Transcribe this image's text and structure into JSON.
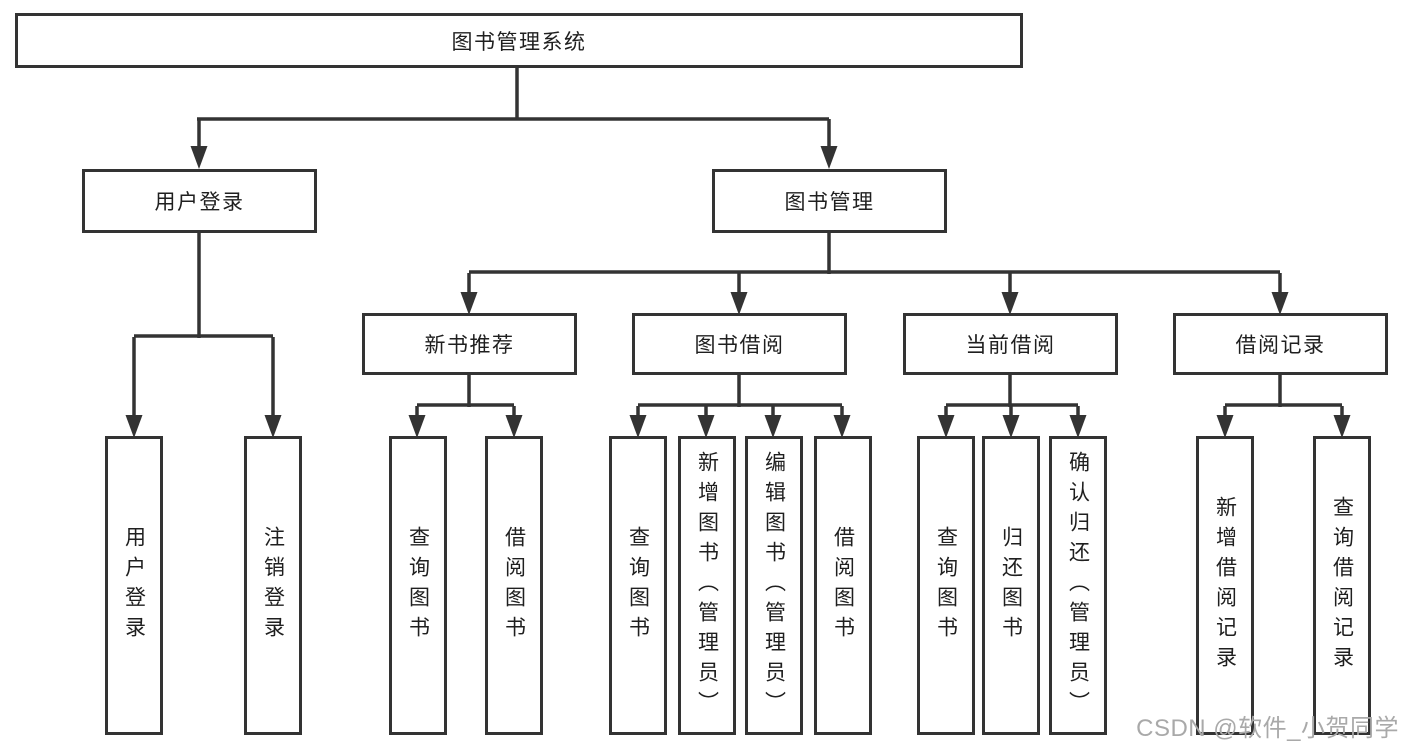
{
  "diagram": {
    "root": {
      "label": "图书管理系统"
    },
    "branches": [
      {
        "label": "用户登录",
        "children": [
          {
            "label": "用户登录"
          },
          {
            "label": "注销登录"
          }
        ]
      },
      {
        "label": "图书管理",
        "children": [
          {
            "label": "新书推荐",
            "children": [
              {
                "label": "查询图书"
              },
              {
                "label": "借阅图书"
              }
            ]
          },
          {
            "label": "图书借阅",
            "children": [
              {
                "label": "查询图书"
              },
              {
                "label": "新增图书（管理员）"
              },
              {
                "label": "编辑图书（管理员）"
              },
              {
                "label": "借阅图书"
              }
            ]
          },
          {
            "label": "当前借阅",
            "children": [
              {
                "label": "查询图书"
              },
              {
                "label": "归还图书"
              },
              {
                "label": "确认归还（管理员）"
              }
            ]
          },
          {
            "label": "借阅记录",
            "children": [
              {
                "label": "新增借阅记录"
              },
              {
                "label": "查询借阅记录"
              }
            ]
          }
        ]
      }
    ],
    "watermark": {
      "text": "CSDN @软件_小贺同学"
    },
    "colors": {
      "line": "#333333",
      "text": "#1f1f1f",
      "background": "#ffffff",
      "watermark": "#a9a9a9"
    }
  }
}
